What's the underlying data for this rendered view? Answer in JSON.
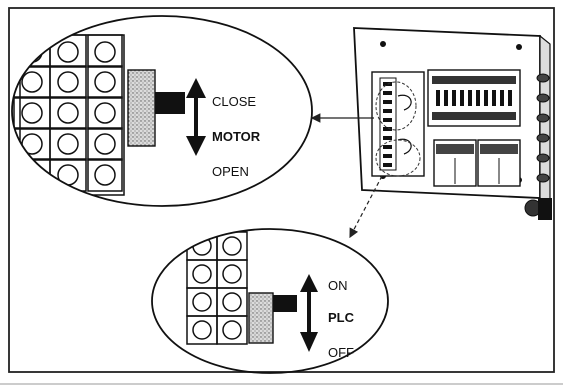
{
  "motor_callout": {
    "label_close": "CLOSE",
    "label_motor": "MOTOR",
    "label_open": "OPEN"
  },
  "plc_callout": {
    "label_on": "ON",
    "label_plc": "PLC",
    "label_off": "OFF"
  }
}
